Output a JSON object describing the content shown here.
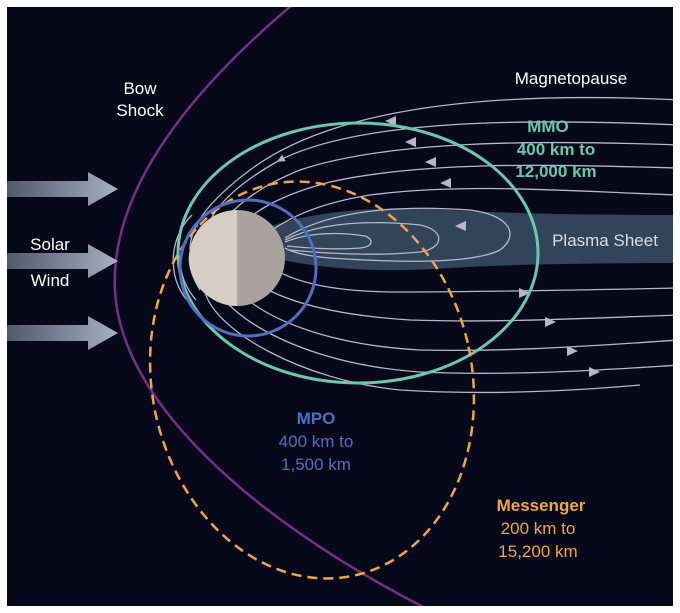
{
  "labels": {
    "bow_shock_line1": "Bow",
    "bow_shock_line2": "Shock",
    "magnetopause": "Magnetopause",
    "solar_line1": "Solar",
    "solar_line2": "Wind",
    "plasma_sheet": "Plasma Sheet"
  },
  "orbits": {
    "mmo": {
      "name": "MMO",
      "range_line1": "400 km to",
      "range_line2": "12,000 km",
      "color": "#6cc7ae"
    },
    "mpo": {
      "name": "MPO",
      "range_line1": "400 km to",
      "range_line2": "1,500 km",
      "color": "#4f6fbf"
    },
    "messenger": {
      "name": "Messenger",
      "range_line1": "200 km to",
      "range_line2": "15,200 km",
      "color": "#f0a54a"
    }
  },
  "colors": {
    "background": "#07091a",
    "bow_shock": "#7a2f86",
    "field_lines": "#b4b8c8",
    "plasma_sheet": "#34485e",
    "planet_light": "#d6cdc5",
    "planet_dark": "#a9a39f",
    "wind_arrow": "#8d97aa"
  }
}
